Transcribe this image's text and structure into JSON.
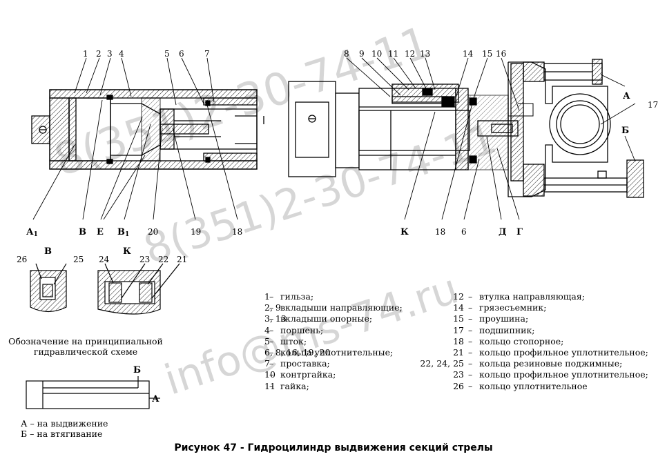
{
  "caption": "Рисунок 47 - Гидроцилиндр выдвижения секций стрелы",
  "top_numbers": {
    "n1": "1",
    "n2": "2",
    "n3": "3",
    "n4": "4",
    "n5": "5",
    "n6": "6",
    "n7": "7",
    "n8": "8",
    "n9": "9",
    "n10": "10",
    "n11": "11",
    "n12": "12",
    "n13": "13",
    "n14": "14",
    "n15": "15",
    "n16": "16",
    "n17": "17",
    "nA": "А",
    "nB": "Б"
  },
  "bottom_labels": {
    "A1": "А",
    "A1_sub": "1",
    "V": "В",
    "E": "Е",
    "V1": "В",
    "V1_sub": "1",
    "n20": "20",
    "n19": "19",
    "n18a": "18",
    "K": "К",
    "n18b": "18",
    "n6": "6",
    "D": "Д",
    "G": "Г"
  },
  "detail_views": {
    "v_title": "В",
    "n26": "26",
    "n25": "25",
    "k_title": "К",
    "n24": "24",
    "n23": "23",
    "n22": "22",
    "n21": "21"
  },
  "legend_left": [
    {
      "num": "1",
      "dash": "–",
      "text": "гильза;"
    },
    {
      "num": "2, 9",
      "dash": "–",
      "text": "вкладыши направляющие;"
    },
    {
      "num": "3, 13",
      "dash": "–",
      "text": "вкладыши опорные;"
    },
    {
      "num": "4",
      "dash": "–",
      "text": "поршень;"
    },
    {
      "num": "5",
      "dash": "–",
      "text": "шток;"
    },
    {
      "num": "6, 8, 16, 19, 20",
      "dash": "–",
      "text": "кольца уплотнительные;"
    },
    {
      "num": "7",
      "dash": "–",
      "text": "проставка;"
    },
    {
      "num": "10",
      "dash": "–",
      "text": "контргайка;"
    },
    {
      "num": "11",
      "dash": "–",
      "text": "гайка;"
    }
  ],
  "legend_right": [
    {
      "num": "12",
      "dash": "–",
      "text": "втулка направляющая;"
    },
    {
      "num": "14",
      "dash": "–",
      "text": "грязесъемник;"
    },
    {
      "num": "15",
      "dash": "–",
      "text": "проушина;"
    },
    {
      "num": "17",
      "dash": "–",
      "text": "подшипник;"
    },
    {
      "num": "18",
      "dash": "–",
      "text": "кольцо стопорное;"
    },
    {
      "num": "21",
      "dash": "–",
      "text": "кольцо профильное уплотнительное;"
    },
    {
      "num": "22, 24, 25",
      "dash": "–",
      "text": "кольца резиновые поджимные;"
    },
    {
      "num": "23",
      "dash": "–",
      "text": "кольцо профильное уплотнительное;"
    },
    {
      "num": "26",
      "dash": "–",
      "text": "кольцо уплотнительное"
    }
  ],
  "designation": {
    "title_line1": "Обозначение на принципиальной",
    "title_line2": "гидравлической схеме",
    "port_b": "Б",
    "port_a": "А",
    "note_a": "А – на выдвижение",
    "note_b": "Б – на втягивание"
  },
  "watermarks": {
    "w1": "8(351)2-30-74-11",
    "w2": "8(351)2-30-74-11",
    "w3": "info@ms-74.ru"
  }
}
